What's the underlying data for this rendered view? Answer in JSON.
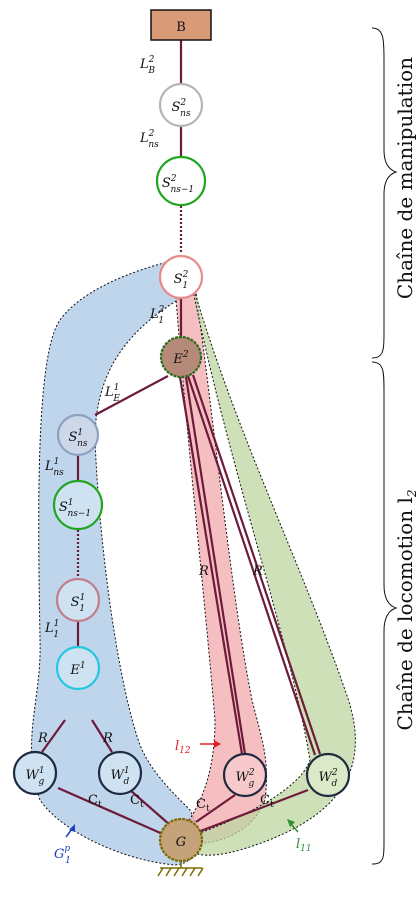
{
  "base": {
    "label": "B"
  },
  "links": {
    "l_b2": "L",
    "l_b2_sup": "2",
    "l_b2_sub": "B",
    "l_ns2": "L",
    "l_ns2_sup": "2",
    "l_ns2_sub": "ns",
    "l_12": "L",
    "l_12_sup": "2",
    "l_12_sub": "1",
    "l_e1": "L",
    "l_e1_sup": "1",
    "l_e1_sub": "E",
    "l_ns1": "L",
    "l_ns1_sup": "1",
    "l_ns1_sub": "ns",
    "l_11": "L",
    "l_11_sup": "1",
    "l_11_sub": "1"
  },
  "nodes": {
    "s2ns": {
      "base": "S",
      "sup": "2",
      "sub": "ns"
    },
    "s2nsm1": {
      "base": "S",
      "sup": "2",
      "sub": "ns−1"
    },
    "s21": {
      "base": "S",
      "sup": "2",
      "sub": "1"
    },
    "e2": {
      "base": "E",
      "sup": "2"
    },
    "s1ns": {
      "base": "S",
      "sup": "1",
      "sub": "ns"
    },
    "s1nsm1": {
      "base": "S",
      "sup": "1",
      "sub": "ns−1"
    },
    "s11": {
      "base": "S",
      "sup": "1",
      "sub": "1"
    },
    "e1": {
      "base": "E",
      "sup": "1"
    },
    "w1g": {
      "base": "W",
      "sup": "1",
      "sub": "g"
    },
    "w1d": {
      "base": "W",
      "sup": "1",
      "sub": "d"
    },
    "w2g": {
      "base": "W",
      "sup": "2",
      "sub": "g"
    },
    "w2d": {
      "base": "W",
      "sup": "2",
      "sub": "d"
    },
    "g": {
      "base": "G"
    }
  },
  "edge_labels": {
    "r_left1": "R",
    "r_left2": "R",
    "r_red": "R",
    "r_green": "R",
    "ct_1": "C",
    "ct_1_sub": "t",
    "ct_2": "C",
    "ct_2_sub": "t",
    "ct_3": "C",
    "ct_3_sub": "t",
    "ct_4": "C",
    "ct_4_sub": "t"
  },
  "region_labels": {
    "l12": {
      "base": "l",
      "sub": "12",
      "color": "#e0202a"
    },
    "l11": {
      "base": "l",
      "sub": "11",
      "color": "#2f8f2f"
    },
    "g1p": {
      "base": "G",
      "sup": "p",
      "sub": "1",
      "color": "#1f3fbf"
    }
  },
  "side_labels": {
    "manipulation": "Chaîne de manipulation",
    "locomotion": "Chaîne de locomotion l",
    "locomotion_sub": "2"
  },
  "colors": {
    "link": "#6e1a3a",
    "base_fill": "#d99a77",
    "blue_region": "#a9c7e6",
    "red_region": "#f2a9ad",
    "green_region": "#bcd6a0",
    "grey_node": "#b5b5b5",
    "green_node": "#1fa51f",
    "pink_node": "#e88a8a",
    "e2_fill": "#b58a78",
    "blue_grey_node": "#8ea0bf",
    "cyan_node": "#22c8e0",
    "dark_node": "#1d2a40",
    "ground": "#7a6a00"
  }
}
